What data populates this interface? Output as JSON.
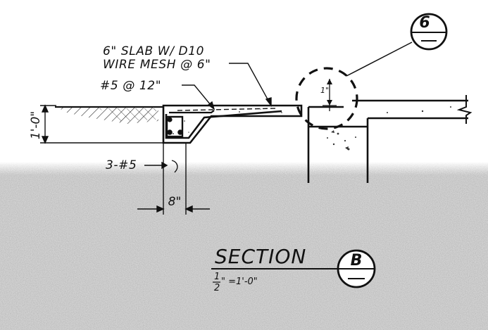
{
  "colors": {
    "ink": "#111111",
    "paper": "#ffffff",
    "grain": "#c8c8c8",
    "concrete": "#f4f4f4"
  },
  "notes": {
    "slab": "6\" SLAB W/ D10",
    "mesh": "WIRE MESH @ 6\"",
    "rebar": "#5 @ 12\"",
    "bars": "3-#5"
  },
  "dimensions": {
    "height": "1'-0\"",
    "width": "8\"",
    "detail_small": "1\""
  },
  "detail_callout": {
    "number": "6"
  },
  "section": {
    "title": "SECTION",
    "letter": "B",
    "scale_num": "1",
    "scale_den": "2",
    "scale_rest": "\" =1'-0\""
  }
}
